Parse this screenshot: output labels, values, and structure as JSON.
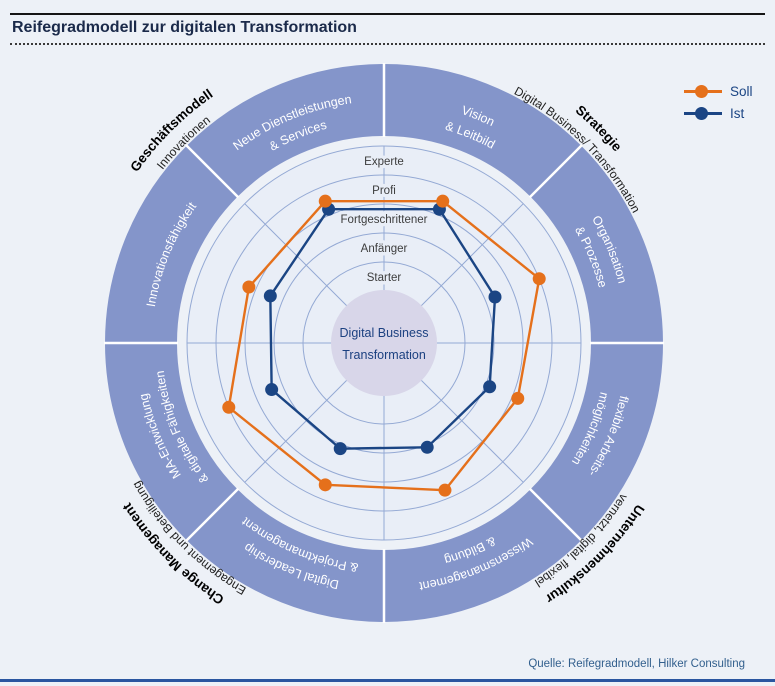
{
  "header": {
    "title": "Reifegradmodell zur digitalen Transformation"
  },
  "legend": {
    "soll_label": "Soll",
    "ist_label": "Ist"
  },
  "colors": {
    "soll": "#e5701b",
    "ist": "#1b4584",
    "outer_ring": "#8495ca",
    "plot_background": "#e9eef7",
    "page_background": "#edf1f7",
    "grid_line": "#94a9d4",
    "center_circle": "#d8d6e9",
    "center_text": "#1b4080",
    "level_text": "#3d3d3d",
    "ring_label_text": "#ffffff",
    "corner_text": "#000000"
  },
  "corner_labels": [
    {
      "position": "top-left",
      "title": "Geschäftsmodell",
      "subtitle": "Innovationen"
    },
    {
      "position": "top-right",
      "title": "Strategie",
      "subtitle": "Digital Business/ Transformation"
    },
    {
      "position": "bottom-right",
      "title": "Unternehmenskultur",
      "subtitle": "vernetzt, digital, flexibel"
    },
    {
      "position": "bottom-left",
      "title": "Change Management",
      "subtitle": "Engagement und Beteiligung"
    }
  ],
  "chart_data": {
    "type": "radar",
    "title": "Reifegradmodell zur digitalen Transformation",
    "categories": [
      "Vision & Leitbild",
      "Organisation & Prozesse",
      "flexible Arbeitsmöglichkeiten",
      "Wissensmanagement & Bildung",
      "Digital Leadership & Projektmanagement",
      "MA-Entwicklung & digitale Fähigkeiten",
      "Innovationsfähigkeit",
      "Neue Dienstleistungen & Services"
    ],
    "category_lines": [
      [
        "Vision",
        "& Leitbild"
      ],
      [
        "Organisation",
        "& Prozesse"
      ],
      [
        "flexible Arbeits-",
        "möglichkeiten"
      ],
      [
        "Wissensmanagement",
        "& Bildung"
      ],
      [
        "Digital Leadership",
        "& Projektmanagement"
      ],
      [
        "MA-Entwicklung",
        "& digitale Fähigkeiten"
      ],
      [
        "Innovationsfähigkeit"
      ],
      [
        "Neue Dienstleistungen",
        "& Services"
      ]
    ],
    "scale_levels": [
      "Starter",
      "Anfänger",
      "Fortgeschrittener",
      "Profi",
      "Experte"
    ],
    "scale_range": [
      0,
      5
    ],
    "grid": true,
    "legend_position": "top-right",
    "center_label": [
      "Digital Business",
      "Transformation"
    ],
    "series": [
      {
        "name": "Ist",
        "color": "#1b4584",
        "values": [
          3.2,
          2.35,
          2.15,
          2.1,
          2.15,
          2.4,
          2.45,
          3.2
        ]
      },
      {
        "name": "Soll",
        "color": "#e5701b",
        "values": [
          3.5,
          4.0,
          3.2,
          3.7,
          3.5,
          4.0,
          3.25,
          3.5
        ]
      }
    ]
  },
  "footer": {
    "source": "Quelle: Reifegradmodell, Hilker Consulting"
  }
}
